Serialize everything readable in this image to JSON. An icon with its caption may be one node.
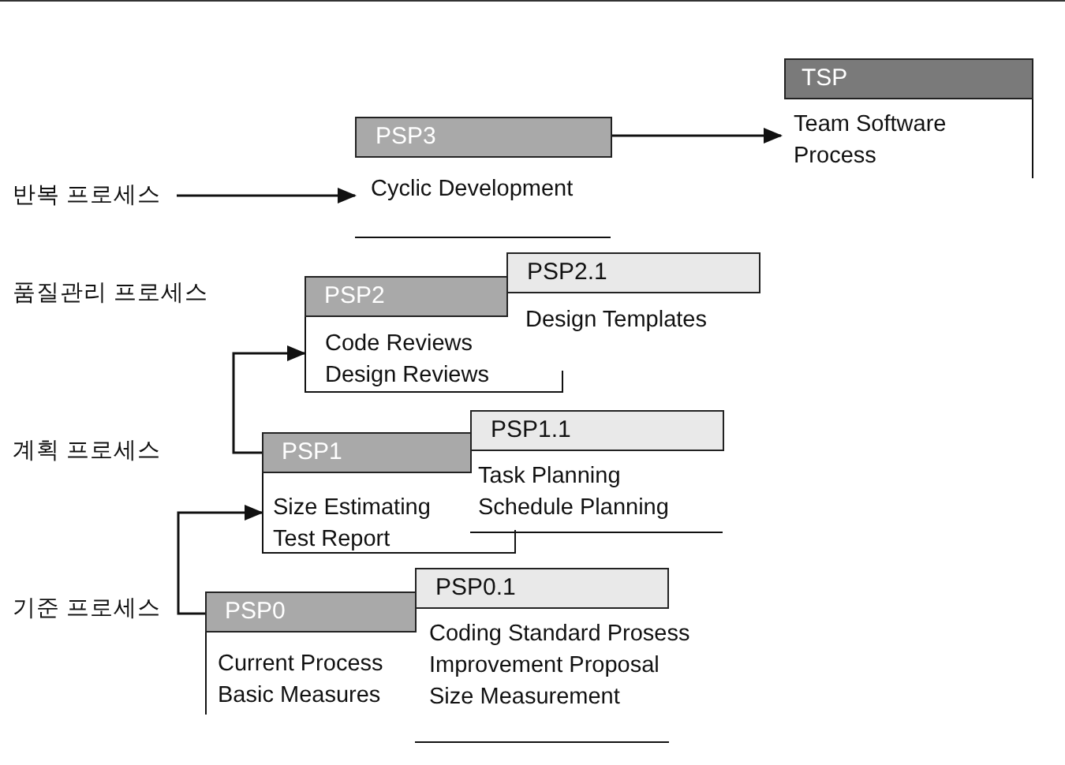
{
  "diagram": {
    "nodes": [
      {
        "text": [
          "TSP",
          "Team Software Process"
        ]
      },
      {
        "text": [
          "PSP3",
          "Cyclic Development"
        ]
      },
      {
        "text": [
          "반복 프로세스"
        ]
      },
      {
        "text": [
          "PSP2",
          "Code Reviews Design Reviews"
        ]
      },
      {
        "text": [
          "PSP2.1",
          "Design Templates"
        ]
      },
      {
        "text": [
          "PSP1",
          "Size Estimating Test Report"
        ]
      },
      {
        "text": [
          "PSP1.1",
          "Task Planning Schedule Planning"
        ]
      },
      {
        "text": [
          "PSP0",
          "Current Process Basic Measures"
        ]
      },
      {
        "text": [
          "PSP0.1",
          "Coding Standard Prosess Improvement Proposal Size Measurement"
        ]
      }
    ],
    "edges": [
      {
        "from": 2,
        "to": 1,
        "arrow": "to"
      },
      {
        "from": 1,
        "to": 0,
        "arrow": "to"
      },
      {
        "from": 5,
        "to": 3,
        "arrow": "to"
      },
      {
        "from": 7,
        "to": 5,
        "arrow": "to"
      }
    ],
    "labels": [
      "품질관리 프로세스",
      "계획 프로세스",
      "기준 프로세스"
    ]
  }
}
